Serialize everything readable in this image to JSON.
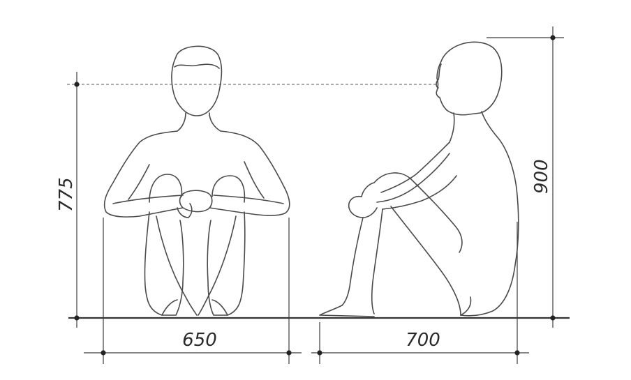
{
  "dimensions": {
    "front_width": "650",
    "side_depth": "700",
    "eye_height": "775",
    "total_height": "900"
  },
  "colors": {
    "ink": "#4a4a4a",
    "background": "#ffffff"
  }
}
